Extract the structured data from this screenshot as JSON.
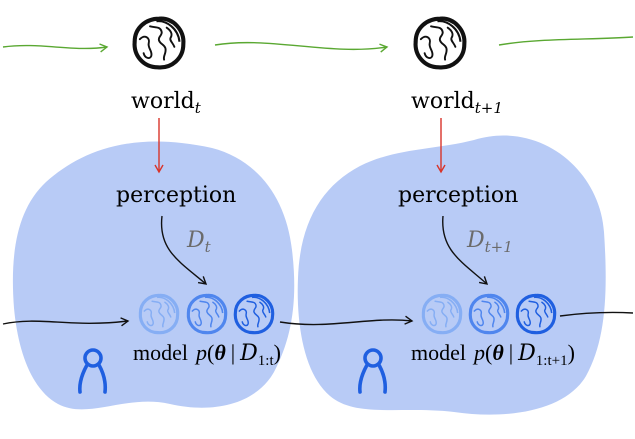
{
  "colors": {
    "blob": "#b8cbf6",
    "green_arrow": "#5aa832",
    "red_arrow": "#d8342a",
    "black_arrow": "#111111",
    "model_globe_dark": "#1f5fe0",
    "model_globe_mid": "#4f86ee",
    "model_globe_light": "#86aef4",
    "person_icon": "#1f5fe0"
  },
  "icons": [
    "globe-icon",
    "person-icon"
  ],
  "panels": [
    {
      "world_base": "world",
      "world_sub": "t",
      "perception_label": "perception",
      "data_base": "D",
      "data_sub": "t",
      "model_word": "model",
      "model_p": "p",
      "model_theta": "θ",
      "model_bar": "|",
      "model_data_base": "D",
      "model_data_sub": "1:t"
    },
    {
      "world_base": "world",
      "world_sub": "t+1",
      "perception_label": "perception",
      "data_base": "D",
      "data_sub": "t+1",
      "model_word": "model",
      "model_p": "p",
      "model_theta": "θ",
      "model_bar": "|",
      "model_data_base": "D",
      "model_data_sub": "1:t+1"
    }
  ]
}
